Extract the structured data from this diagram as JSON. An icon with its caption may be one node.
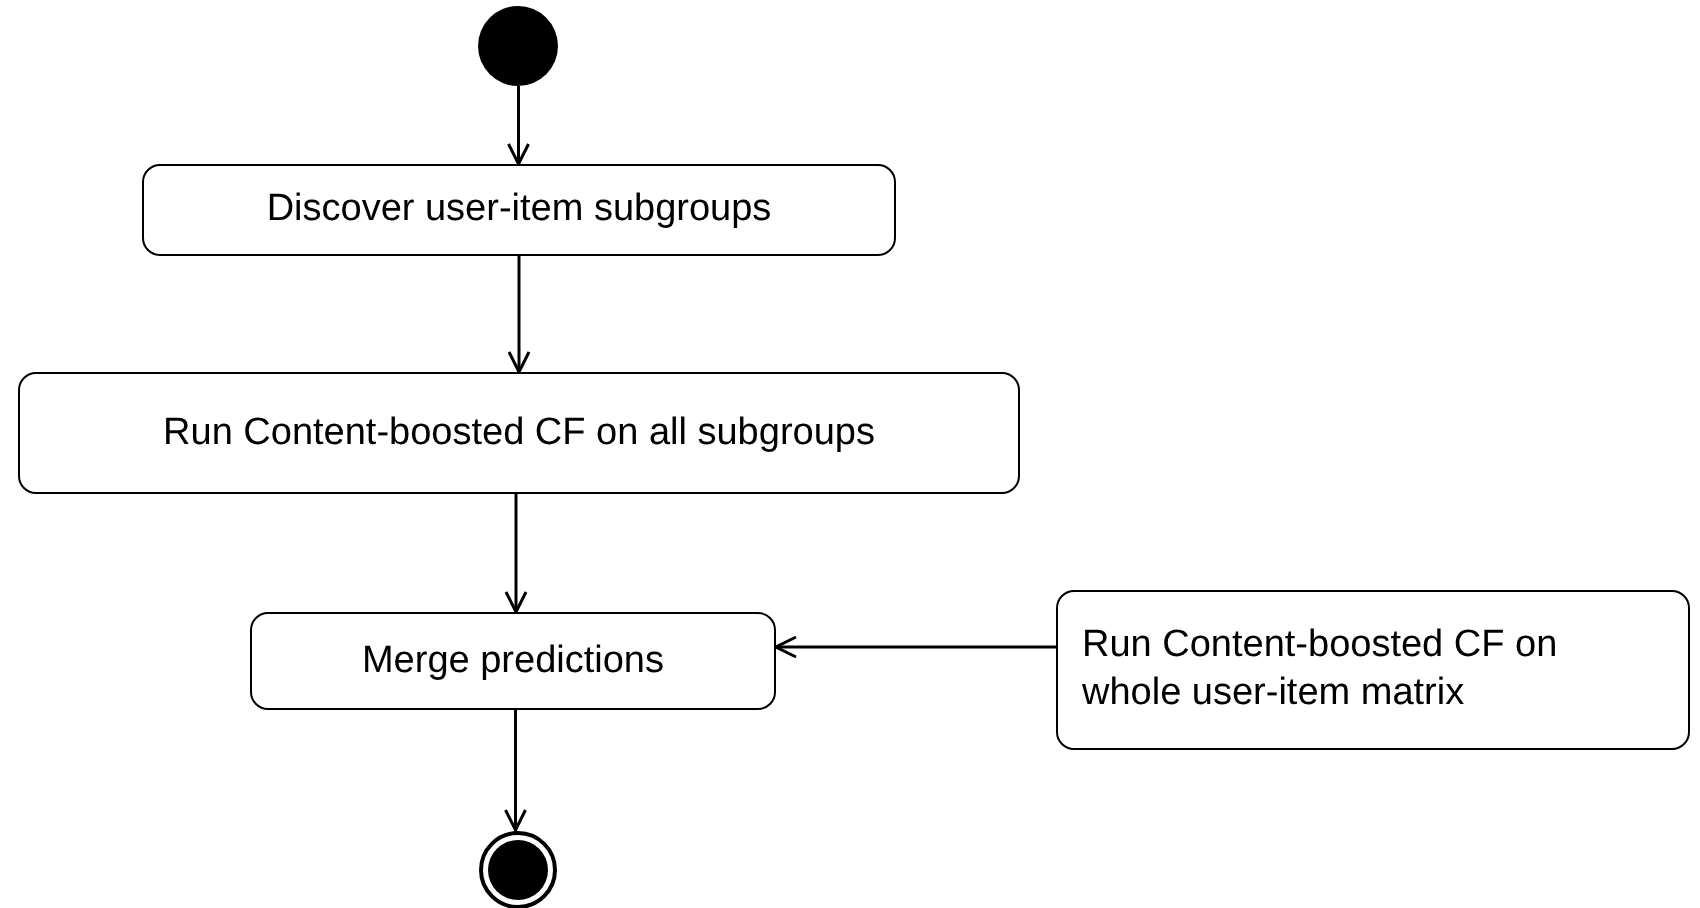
{
  "diagram": {
    "nodes": [
      {
        "text": [],
        "shape": "circle"
      },
      {
        "text": [
          "Discover user-item subgroups"
        ]
      },
      {
        "text": [
          "Run Content-boosted CF on all subgroups"
        ]
      },
      {
        "text": [
          "Merge predictions"
        ]
      },
      {
        "text": [
          "Run Content-boosted CF on whole user-item matrix"
        ]
      },
      {
        "text": [],
        "shape": "circle"
      }
    ],
    "edges": [
      {
        "from": 0,
        "to": 1,
        "arrow": "to"
      },
      {
        "from": 1,
        "to": 2,
        "arrow": "to"
      },
      {
        "from": 2,
        "to": 3,
        "arrow": "to"
      },
      {
        "from": 4,
        "to": 3,
        "arrow": "to"
      },
      {
        "from": 3,
        "to": 5,
        "arrow": "to"
      }
    ]
  }
}
